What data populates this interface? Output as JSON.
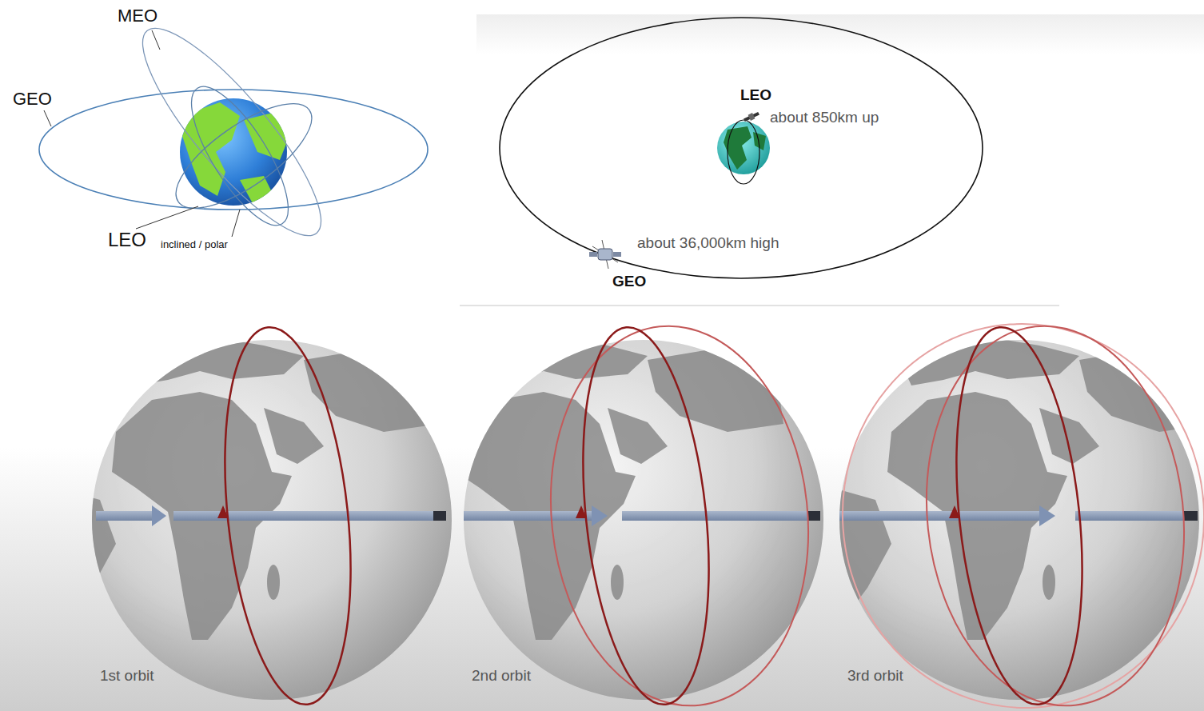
{
  "diagram": {
    "labels": [
      "MEO",
      "GEO",
      "LEO",
      "inclined / polar",
      "LEO",
      "about 850km up",
      "about 36,000km high",
      "GEO",
      "1st orbit",
      "2nd orbit",
      "3rd orbit"
    ]
  }
}
